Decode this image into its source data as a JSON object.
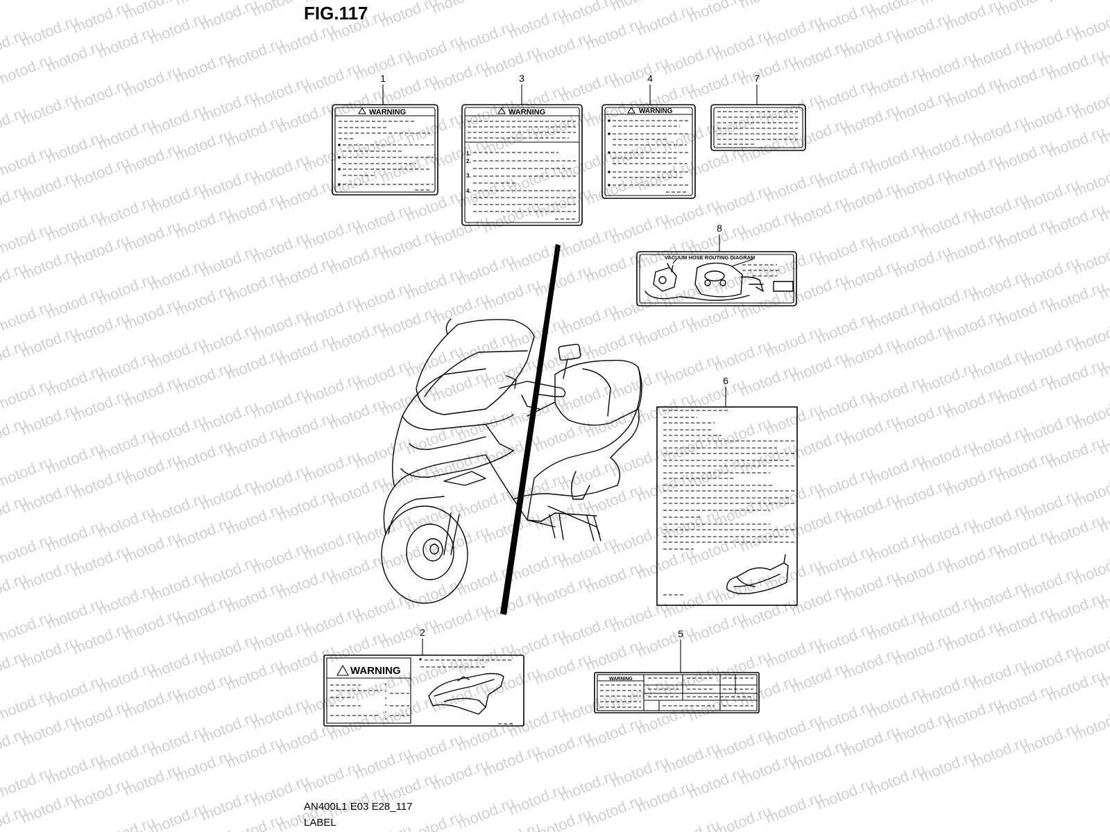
{
  "figure": {
    "title": "FIG.117",
    "model_code": "AN400L1 E03 E28_117",
    "section": "LABEL",
    "watermark": "motod.ru"
  },
  "labels": [
    {
      "callout": "1",
      "header": "WARNING"
    },
    {
      "callout": "2",
      "header": "WARNING"
    },
    {
      "callout": "3",
      "header": "WARNING",
      "items": [
        "1.",
        "2.",
        "3.",
        "4."
      ]
    },
    {
      "callout": "4",
      "header": "WARNING"
    },
    {
      "callout": "5",
      "header": "WARNING"
    },
    {
      "callout": "6"
    },
    {
      "callout": "7"
    },
    {
      "callout": "8",
      "header": "VACUUM HOSE ROUTING DIAGRAM"
    }
  ]
}
